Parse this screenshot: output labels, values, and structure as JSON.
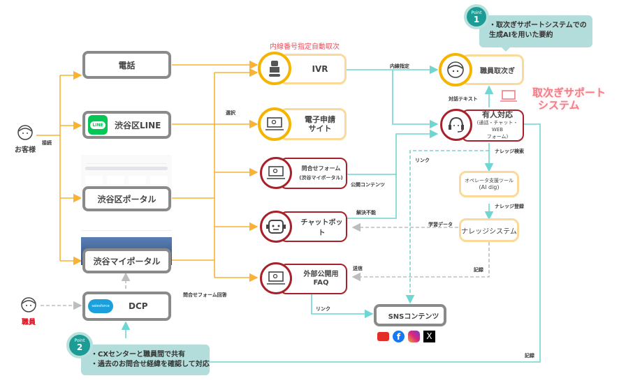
{
  "title": "渋谷区 問合せ対応フロー",
  "actors": {
    "customer": "お客様",
    "staff": "職員"
  },
  "channels": {
    "phone": "電話",
    "line": "渋谷区LINE",
    "line_badge": "LINE",
    "portal": "渋谷区ポータル",
    "myportal": "渋谷マイポータル",
    "dcp": "DCP",
    "salesforce_badge": "salesforce"
  },
  "services": {
    "ivr": "IVR",
    "ivr_caption": "内線番号指定自動取次",
    "esite_line1": "電子申請",
    "esite_line2": "サイト",
    "form_line1": "問合せフォーム",
    "form_line2": "(渋谷マイポータル)",
    "chatbot": "チャットボット",
    "faq_line1": "外部公開用",
    "faq_line2": "FAQ",
    "sns": "SNSコンテンツ"
  },
  "right": {
    "staff_transfer": "職員取次ぎ",
    "human_line1": "有人対応",
    "human_line2": "(通話・チャット・WEB",
    "human_line3": "フォーム)",
    "operator_line1": "オペレータ支援ツール",
    "operator_line2": "(AI dig)",
    "knowledge": "ナレッジシステム",
    "support_system_line1": "取次ぎサポート",
    "support_system_line2": "システム"
  },
  "edge_labels": {
    "connect": "接続",
    "select": "選択",
    "extension": "内線指定",
    "dialog_text": "対話テキスト",
    "public_content": "公開コンテンツ",
    "unresolved": "解決不能",
    "link1": "リンク",
    "knowledge_search": "ナレッジ検索",
    "knowledge_register": "ナレッジ登録",
    "learning_data": "学習データ",
    "record1": "記録",
    "send": "送信",
    "link2": "リンク",
    "form_reply": "問合せフォーム回答",
    "record2": "記録"
  },
  "points": [
    {
      "label": "Point",
      "num": "1",
      "lines": [
        "・取次ぎサポートシステムでの",
        "生成AIを用いた要約"
      ]
    },
    {
      "label": "Point",
      "num": "2",
      "lines": [
        "・CXセンターと職員間で共有",
        "・過去のお問合せ経緯を確認して対応"
      ]
    }
  ],
  "sns_icons": [
    "youtube-icon",
    "facebook-icon",
    "instagram-icon",
    "x-icon"
  ],
  "colors": {
    "orange_line": "#f9b233",
    "teal_line": "#6fd6d2",
    "red_border": "#a8202a",
    "yellow_circle": "#f5b400",
    "gray_border": "#8a8a8a",
    "callout_bg": "#b2ddda",
    "point_badge": "#1d9c95",
    "staff_label": "#e60012",
    "support_system_text": "#f47c88"
  }
}
